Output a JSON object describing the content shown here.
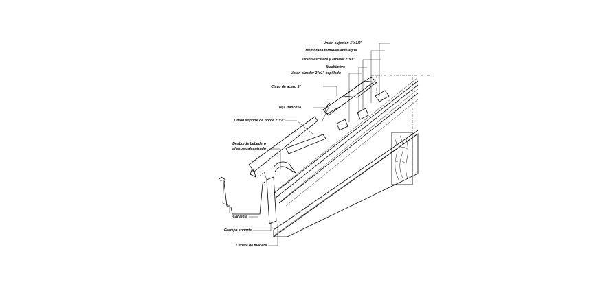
{
  "labels": {
    "union_sujecion": "Unión sujeción 1\"x1/2\"",
    "membrana": "Membrana termoaislante/agua",
    "union_escalera": "Unión escalera y alzador 2\"x1\"",
    "machimbre": "Machimbre",
    "union_alzador": "Unión alzador 2\"x1\" cepillado",
    "clavo": "Clavo de acero 3\"",
    "teja": "Teja francesa",
    "union_soporte": "Unión soporte de borde 2\"x2\"",
    "desborde": "Desborde bebedero",
    "desborde_sub": "al aspa galvanizado",
    "canaleta": "Canaleta",
    "grampa": "Grampa soporte",
    "cenefa": "Cenefa de madera"
  }
}
